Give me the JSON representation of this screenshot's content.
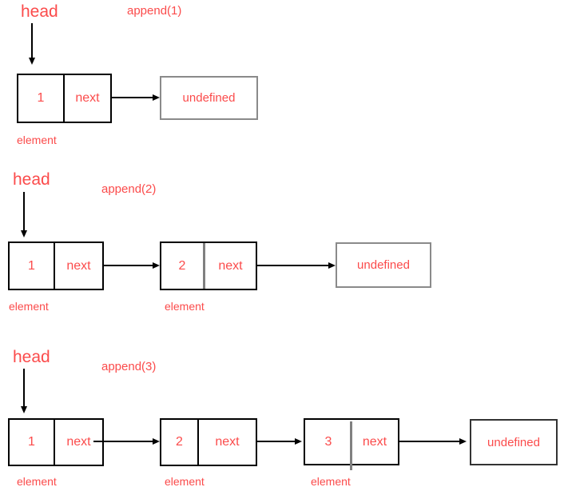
{
  "diagram_title": "singly linked list append operations",
  "colors": {
    "text_red": "#fb4b4b",
    "line_black": "#000000",
    "gray_divider": "#808080",
    "gray_border": "#8a8a8a"
  },
  "rows": [
    {
      "head_label": "head",
      "operation_label": "append(1)",
      "tail_label": "undefined",
      "nodes": [
        {
          "value": "1",
          "pointer_label": "next",
          "caption": "element"
        }
      ]
    },
    {
      "head_label": "head",
      "operation_label": "append(2)",
      "tail_label": "undefined",
      "nodes": [
        {
          "value": "1",
          "pointer_label": "next",
          "caption": "element"
        },
        {
          "value": "2",
          "pointer_label": "next",
          "caption": "element"
        }
      ]
    },
    {
      "head_label": "head",
      "operation_label": "append(3)",
      "tail_label": "undefined",
      "nodes": [
        {
          "value": "1",
          "pointer_label": "next",
          "caption": "element"
        },
        {
          "value": "2",
          "pointer_label": "next",
          "caption": "element"
        },
        {
          "value": "3",
          "pointer_label": "next",
          "caption": "element"
        }
      ]
    }
  ]
}
